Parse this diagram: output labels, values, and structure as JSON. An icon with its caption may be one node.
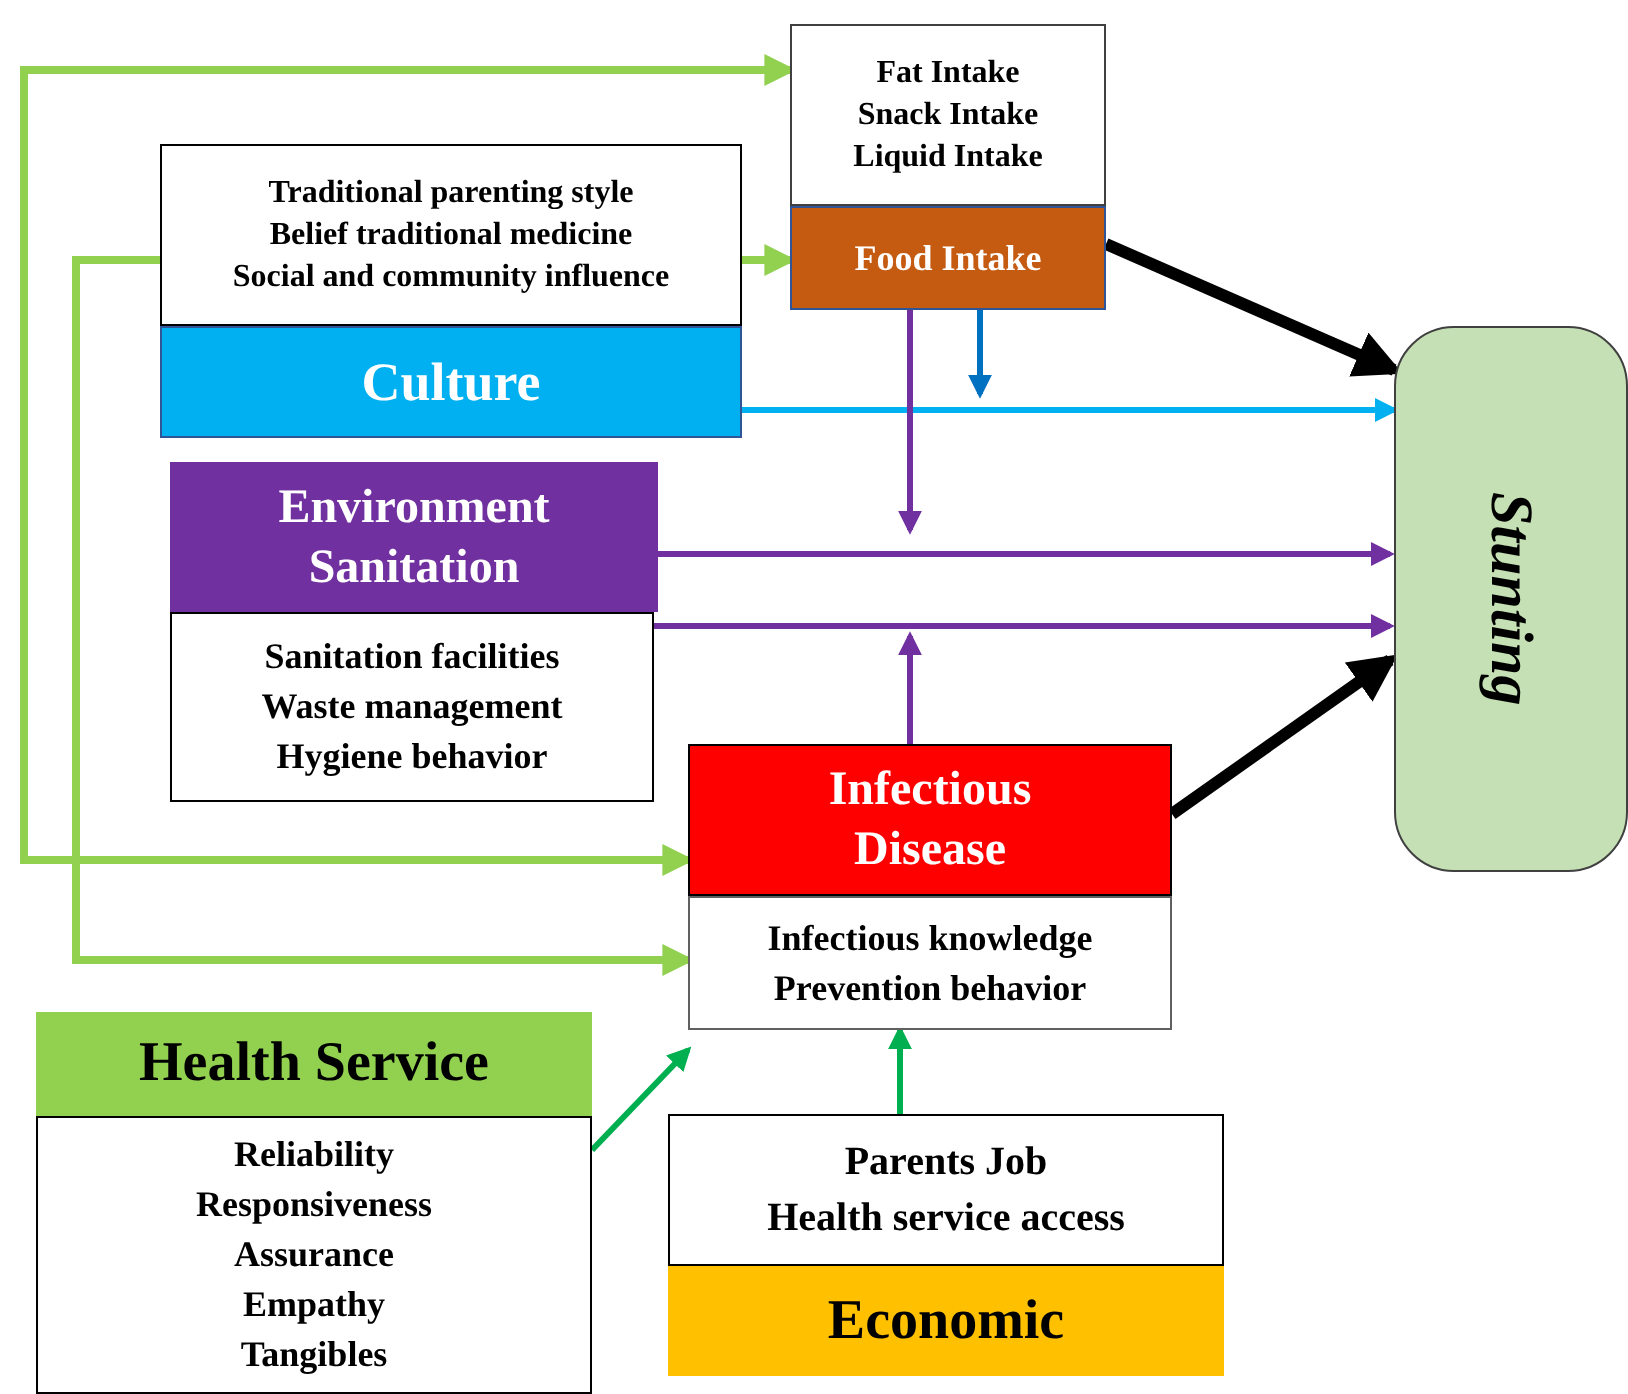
{
  "diagram": {
    "nodes": [
      {
        "text": [
          "Fat Intake",
          "Snack Intake",
          "Liquid Intake"
        ]
      },
      {
        "text": [
          "Food Intake"
        ]
      },
      {
        "text": [
          "Traditional parenting style",
          "Belief traditional medicine",
          "Social and community influence"
        ]
      },
      {
        "text": [
          "Culture"
        ]
      },
      {
        "text": [
          "Environment Sanitation"
        ]
      },
      {
        "text": [
          "Sanitation facilities",
          "Waste management",
          "Hygiene behavior"
        ]
      },
      {
        "text": [
          "Stunting"
        ]
      },
      {
        "text": [
          "Infectious Disease"
        ]
      },
      {
        "text": [
          "Infectious knowledge",
          "Prevention behavior"
        ]
      },
      {
        "text": [
          "Health Service"
        ]
      },
      {
        "text": [
          "Reliability",
          "Responsiveness",
          "Assurance",
          "Empathy",
          "Tangibles"
        ]
      },
      {
        "text": [
          "Parents Job",
          "Health service access"
        ]
      },
      {
        "text": [
          "Economic"
        ]
      }
    ],
    "edges": [
      {
        "from": 0,
        "to": 7,
        "arrow": "both",
        "color": "#92d050"
      },
      {
        "from": 2,
        "to": 8,
        "arrow": "to",
        "color": "#92d050"
      },
      {
        "from": 2,
        "to": 1,
        "arrow": "to",
        "color": "#92d050"
      },
      {
        "from": 1,
        "to": 6,
        "arrow": "to",
        "style": "thick",
        "color": "#000000"
      },
      {
        "from": 1,
        "to": null,
        "arrow": "to",
        "color": "#0070c0"
      },
      {
        "from": 3,
        "to": 6,
        "arrow": "to",
        "color": "#00b0f0"
      },
      {
        "from": 1,
        "to": null,
        "arrow": "to",
        "color": "#7030a0"
      },
      {
        "from": 4,
        "to": 6,
        "arrow": "to",
        "color": "#7030a0"
      },
      {
        "from": 5,
        "to": 6,
        "arrow": "to",
        "color": "#7030a0"
      },
      {
        "from": 7,
        "to": null,
        "arrow": "to",
        "color": "#7030a0"
      },
      {
        "from": 7,
        "to": 6,
        "arrow": "to",
        "style": "thick",
        "color": "#000000"
      },
      {
        "from": 10,
        "to": 8,
        "arrow": "to",
        "color": "#00b050"
      },
      {
        "from": 11,
        "to": 8,
        "arrow": "to",
        "color": "#00b050"
      }
    ]
  }
}
